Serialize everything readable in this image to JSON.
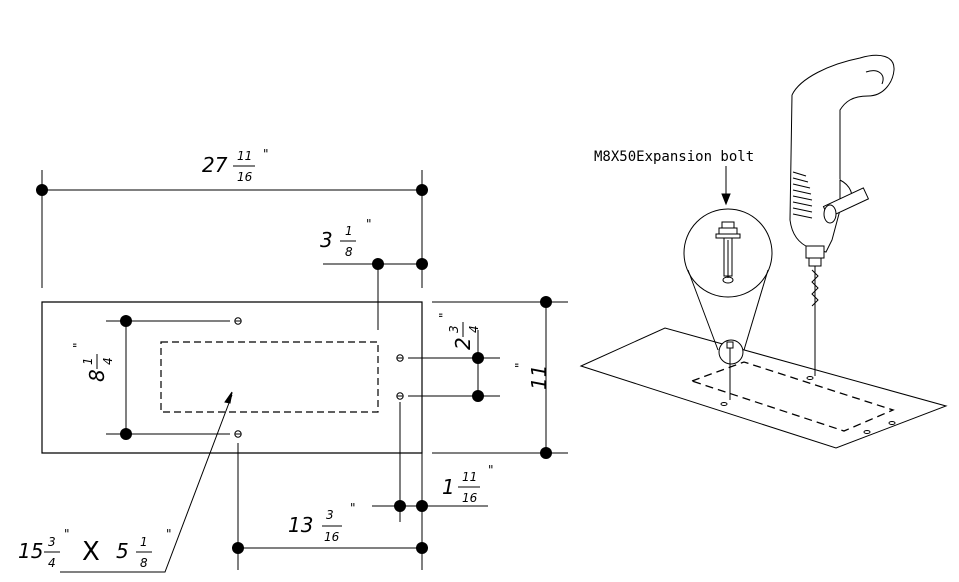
{
  "dimensions": {
    "overall_width": {
      "whole": "27",
      "num": "11",
      "den": "16",
      "mark": "\""
    },
    "right_offset": {
      "whole": "3",
      "num": "1",
      "den": "8",
      "mark": "\""
    },
    "hole_spacing": {
      "whole": "2",
      "num": "3",
      "den": "4",
      "mark": "\""
    },
    "overall_depth": {
      "whole": "11",
      "mark": "\""
    },
    "left_height": {
      "whole": "8",
      "num": "1",
      "den": "4",
      "mark": "\""
    },
    "small_offset": {
      "whole": "1",
      "num": "11",
      "den": "16",
      "mark": "\""
    },
    "bottom_offset": {
      "whole": "13",
      "num": "3",
      "den": "16",
      "mark": "\""
    },
    "cutout": {
      "w_whole": "15",
      "w_num": "3",
      "w_den": "4",
      "times": "X",
      "h_whole": "5",
      "h_num": "1",
      "h_den": "8",
      "mark": "\""
    }
  },
  "labels": {
    "bolt": "M8X50Expansion bolt"
  },
  "icons": [
    "drill-icon",
    "expansion-bolt-icon"
  ]
}
